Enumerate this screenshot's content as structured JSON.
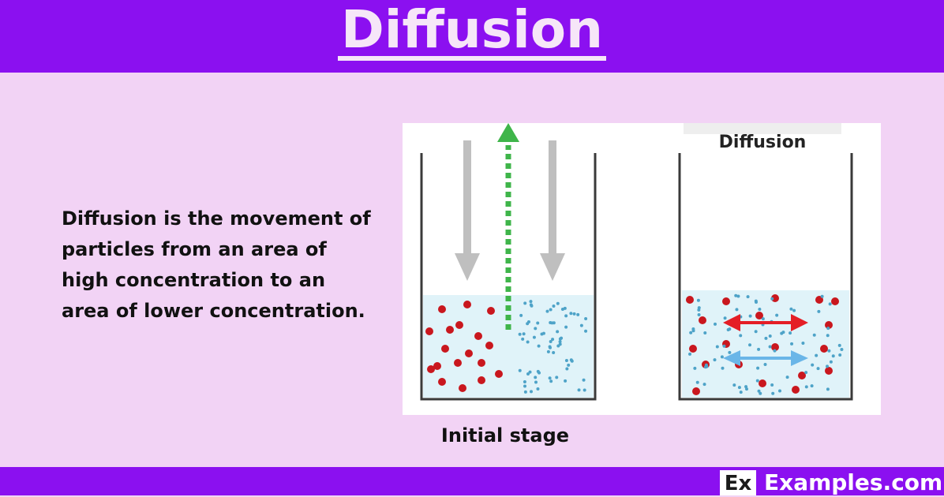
{
  "header": {
    "title": "Diffusion"
  },
  "description": "Diffusion is the movement of particles from an area of high concentration to an area of lower concentration.",
  "diagram": {
    "left_label": "Initial stage",
    "right_label": "Diffusion"
  },
  "footer": {
    "logo_mark": "Ex",
    "logo_text": "Examples.com"
  },
  "colors": {
    "header_bg": "#8b10f0",
    "page_bg": "#f2d3f5",
    "particle_red": "#c9171e",
    "particle_blue": "#4ea3c8",
    "water": "#e0f3f9",
    "arrow_green": "#3fb54a",
    "arrow_red": "#e41e26",
    "arrow_blue": "#6ab6e8",
    "arrow_gray": "#bfbfbf"
  },
  "icons": [
    "beaker-icon",
    "arrow-down-icon",
    "arrow-up-dotted-icon",
    "double-arrow-icon"
  ]
}
